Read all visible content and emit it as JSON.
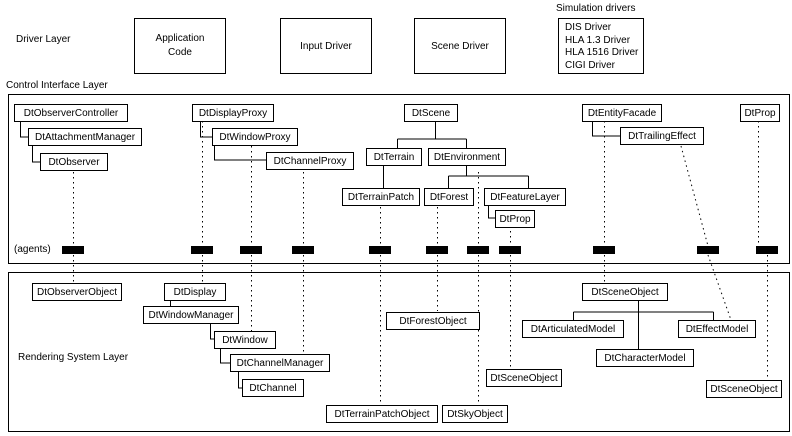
{
  "driver_layer": {
    "label": "Driver Layer",
    "boxes": [
      {
        "key": "app",
        "line1": "Application",
        "line2": "Code"
      },
      {
        "key": "input",
        "line1": "Input Driver"
      },
      {
        "key": "scene",
        "line1": "Scene Driver"
      }
    ],
    "sim_title": "Simulation drivers",
    "sim_drivers": [
      "DIS Driver",
      "HLA 1.3 Driver",
      "HLA 1516 Driver",
      "CIGI Driver"
    ]
  },
  "control_layer": {
    "label": "Control Interface Layer",
    "agents_label": "(agents)",
    "nodes": {
      "observer_controller": "DtObserverController",
      "attachment_manager": "DtAttachmentManager",
      "observer": "DtObserver",
      "display_proxy": "DtDisplayProxy",
      "window_proxy": "DtWindowProxy",
      "channel_proxy": "DtChannelProxy",
      "scene": "DtScene",
      "terrain": "DtTerrain",
      "environment": "DtEnvironment",
      "terrain_patch": "DtTerrainPatch",
      "forest": "DtForest",
      "feature_layer": "DtFeatureLayer",
      "prop_child": "DtProp",
      "entity_facade": "DtEntityFacade",
      "trailing_effect": "DtTrailingEffect",
      "prop": "DtProp"
    }
  },
  "rendering_layer": {
    "label": "Rendering System Layer",
    "nodes": {
      "observer_object": "DtObserverObject",
      "display": "DtDisplay",
      "window_manager": "DtWindowManager",
      "window": "DtWindow",
      "channel_manager": "DtChannelManager",
      "channel": "DtChannel",
      "forest_object": "DtForestObject",
      "terrain_patch_object": "DtTerrainPatchObject",
      "sky_object": "DtSkyObject",
      "scene_object_feature": "DtSceneObject",
      "scene_object": "DtSceneObject",
      "articulated_model": "DtArticulatedModel",
      "effect_model": "DtEffectModel",
      "character_model": "DtCharacterModel",
      "scene_object_prop": "DtSceneObject"
    }
  }
}
